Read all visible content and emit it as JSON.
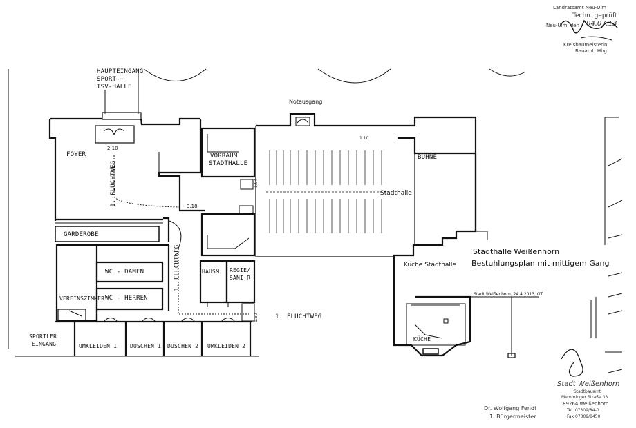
{
  "stamp_top": {
    "office": "Landratsamt Neu-Ulm",
    "status": "Techn. geprüft",
    "date_label": "Neu-Ulm, den",
    "date": "04.07.13",
    "role": "Kreisbaumeisterin",
    "dept": "Bauamt, Hbg"
  },
  "labels": {
    "haupteingang": [
      "HAUPTEINGANG",
      "SPORT-+",
      "TSV-HALLE"
    ],
    "notausgang": "Notausgang",
    "foyer": "FOYER",
    "door_width_1": "2.10",
    "door_width_2": "3.18",
    "fluchtweg_1": "1. FLUCHTWEG",
    "fluchtweg_2": "1. FLUCHTWEG",
    "fluchtweg_3": "1. FLUCHTWEG",
    "vorraum": [
      "VORRAUM",
      "STADTHALLE"
    ],
    "buehne": "BÜHNE",
    "stadthalle": "Stadthalle",
    "garderobe": "GARDEROBE",
    "wc_damen": "WC - DAMEN",
    "wc_herren": "WC - HERREN",
    "vereinszimmer": "VEREINSZIMMER",
    "hausm": "HAUSM.",
    "regie": [
      "REGIE/",
      "SANI.R."
    ],
    "sportler": [
      "SPORTLER",
      "EINGANG"
    ],
    "umkleiden_1": "UMKLEIDEN 1",
    "duschen_1": "DUSCHEN 1",
    "duschen_2": "DUSCHEN 2",
    "umkleiden_2": "UMKLEIDEN 2",
    "kueche_stadthalle": "Küche Stadthalle",
    "kueche": "KÜCHE",
    "dim_a": "1.94",
    "dim_b": "1.60",
    "dim_c": "1.10"
  },
  "title_block": {
    "line1": "Stadthalle Weißenhorn",
    "line2": "Bestuhlungsplan mit mittigem Gang",
    "note": "Stadt Weißenhorn, 24.4.2013, GT"
  },
  "signature": {
    "name": "Dr. Wolfgang Fendt",
    "role": "1. Bürgermeister"
  },
  "stamp_bottom": {
    "name": "Stadt Weißenhorn",
    "dept": "Stadtbauamt",
    "street": "Memminger Straße 33",
    "city": "89264 Weißenhorn",
    "tel": "Tel. 07309/84-0",
    "fax": "Fax 07309/8450"
  }
}
